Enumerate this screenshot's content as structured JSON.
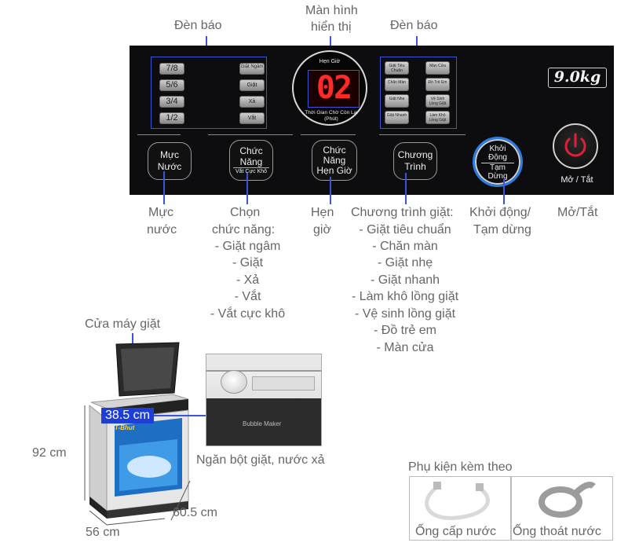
{
  "labels": {
    "indicator_left": "Đèn báo",
    "display_line1": "Màn hình",
    "display_line2": "hiển thị",
    "indicator_right": "Đèn báo",
    "water_level_1": "Mực",
    "water_level_2": "nước",
    "function_title_1": "Chọn",
    "function_title_2": "chức năng:",
    "function_items": [
      "- Giặt ngâm",
      "- Giặt",
      "- Xả",
      "- Vắt",
      "- Vắt cực khô"
    ],
    "timer_1": "Hẹn",
    "timer_2": "giờ",
    "program_title": "Chương trình giặt:",
    "program_items": [
      "- Giặt tiêu chuẩn",
      "- Chăn màn",
      "- Giặt nhẹ",
      "- Giặt nhanh",
      "- Làm khô lồng giặt",
      "- Vệ sinh lồng giặt",
      "- Đồ trẻ em",
      "- Màn cửa"
    ],
    "startstop_1": "Khởi động/",
    "startstop_2": "Tạm dừng",
    "power": "Mở/Tắt",
    "door": "Cửa máy giặt",
    "detergent": "Ngăn bột giặt, nước xả",
    "accessories": "Phụ kiện kèm theo",
    "inlet_hose": "Ống cấp nước",
    "drain_hose": "Ống thoát nước"
  },
  "panel": {
    "water_keys": [
      "7/8",
      "5/6",
      "3/4",
      "1/2"
    ],
    "function_keys": [
      "Giặt Ngâm",
      "Giặt",
      "Xả",
      "Vắt"
    ],
    "timer_header": "Hẹn Giờ",
    "display_digits": "02",
    "display_footer": "Thời Gian Chờ Còn Lại (Phút)",
    "program_keys_left": [
      "Giặt Tiêu Chuẩn",
      "Chăn Màn",
      "Giặt Nhẹ",
      "Giặt Nhanh"
    ],
    "program_keys_right": [
      "Màn Cửa",
      "Đồ Trẻ Em",
      "Vệ Sinh Lồng Giặt",
      "Làm Khô Lồng Giặt"
    ],
    "capacity": "9.0kg",
    "btn_water_1": "Mực",
    "btn_water_2": "Nước",
    "btn_function_1": "Chức",
    "btn_function_2": "Năng",
    "btn_function_sub": "Vắt Cực Khô",
    "btn_timer_1": "Chức",
    "btn_timer_2": "Năng",
    "btn_timer_3": "Hẹn Giờ",
    "btn_program_1": "Chương",
    "btn_program_2": "Trình",
    "btn_start_1": "Khởi",
    "btn_start_2": "Động",
    "btn_start_3": "Tạm",
    "btn_start_4": "Dừng",
    "btn_power": "Mở / Tắt"
  },
  "dimensions": {
    "width": "38.5 cm",
    "height": "92 cm",
    "depth": "60.5 cm",
    "base": "56 cm"
  },
  "machine": {
    "brand_text": "T-Bhut"
  },
  "drawer": {
    "text": "Bubble Maker"
  },
  "colors": {
    "panel_bg": "#0d0d0f",
    "accent_blue": "#3b55d9",
    "display_red": "#ff2a2a",
    "power_red": "#e0203a"
  }
}
